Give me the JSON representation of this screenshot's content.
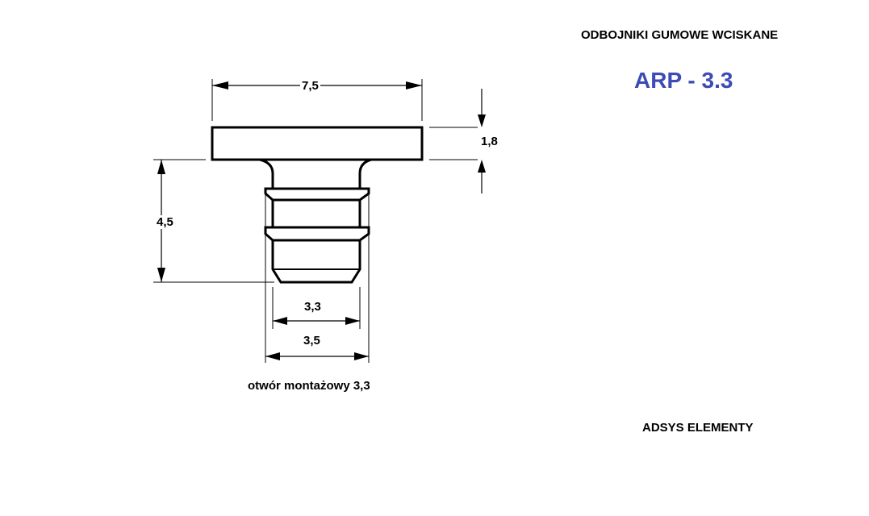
{
  "header": {
    "title": "ODBOJNIKI GUMOWE WCISKANE",
    "model": "ARP - 3.3"
  },
  "footer": {
    "company": "ADSYS ELEMENTY"
  },
  "drawing": {
    "dimensions": {
      "head_width": "7,5",
      "head_height": "1,8",
      "shank_length": "4,5",
      "tip_diameter": "3,3",
      "shank_diameter": "3,5"
    },
    "mounting_hole_label": "otwór montażowy  3,3"
  },
  "colors": {
    "model_text": "#3d4bb5",
    "lines": "#000000"
  }
}
